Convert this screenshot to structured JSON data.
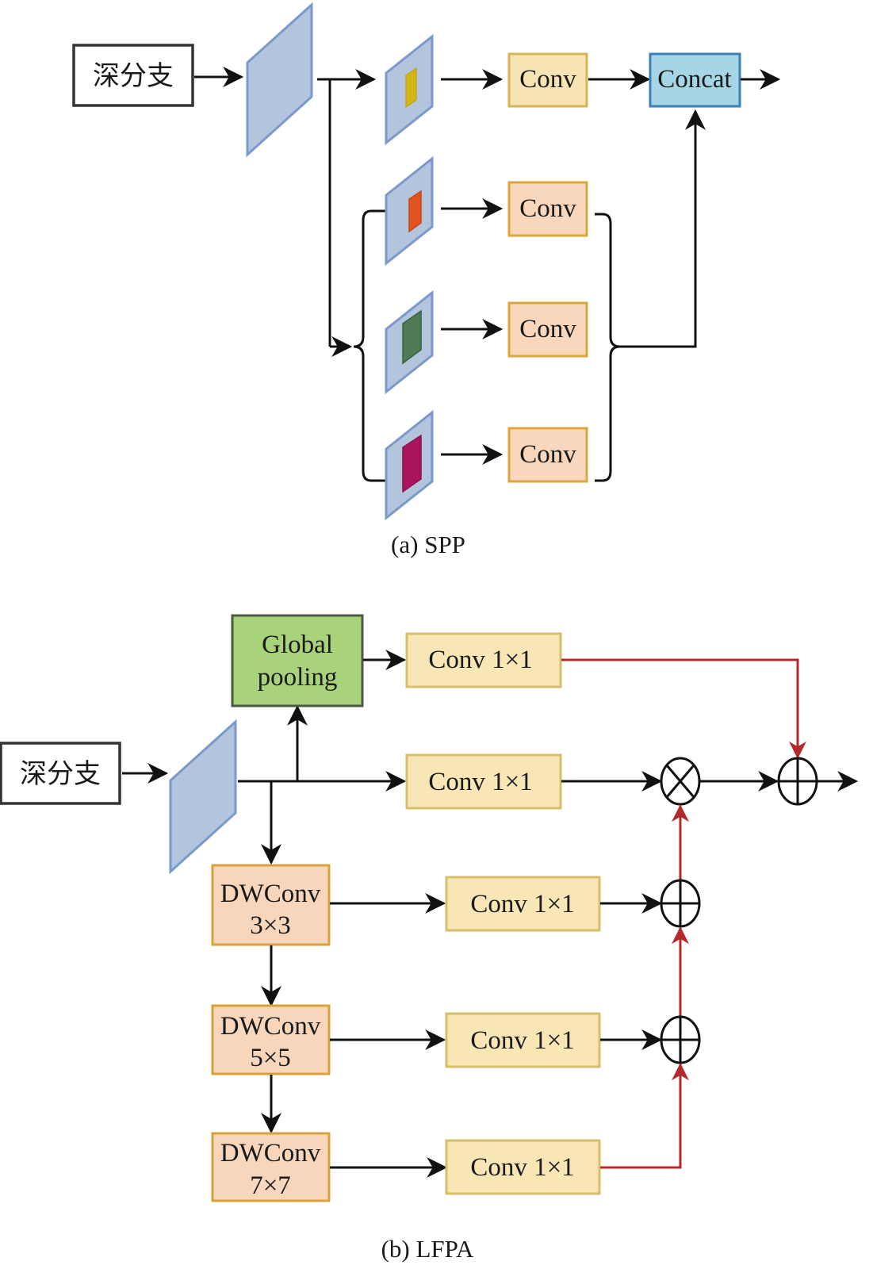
{
  "colors": {
    "plane_fill": "#b3c4dd",
    "plane_stroke": "#7a9acb",
    "conv_yellow_fill": "#f7e4b5",
    "conv_yellow_stroke": "#d8b454",
    "conv_peach_fill": "#f9d7bd",
    "conv_peach_stroke": "#dba63e",
    "concat_fill": "#a6d5e6",
    "concat_stroke": "#3c7fb3",
    "global_pool_fill": "#a9d37a",
    "global_pool_stroke": "#4c5a44",
    "dw_fill": "#f8d6bb",
    "dw_stroke": "#d9a13a",
    "conv11_fill": "#f8e6b6",
    "conv11_stroke": "#d8bd6a",
    "arrow_black": "#111111",
    "arrow_red": "#b22a2a",
    "pool_yellow": "#d4b417",
    "pool_orange": "#e0521f",
    "pool_green": "#4f7a55",
    "pool_magenta": "#a8145e"
  },
  "spp": {
    "input_label": "深分支",
    "branch_labels": [
      "Conv",
      "Conv",
      "Conv",
      "Conv"
    ],
    "concat_label": "Concat",
    "caption": "(a) SPP"
  },
  "lfpa": {
    "input_label": "深分支",
    "global_pool_line1": "Global",
    "global_pool_line2": "pooling",
    "conv_top": "Conv 1×1",
    "conv_mid": "Conv 1×1",
    "dw": [
      {
        "line1": "DWConv",
        "line2": "3×3",
        "conv": "Conv 1×1"
      },
      {
        "line1": "DWConv",
        "line2": "5×5",
        "conv": "Conv 1×1"
      },
      {
        "line1": "DWConv",
        "line2": "7×7",
        "conv": "Conv 1×1"
      }
    ],
    "multiply_op": "⊗",
    "add_op": "⊕",
    "caption": "(b) LFPA"
  }
}
